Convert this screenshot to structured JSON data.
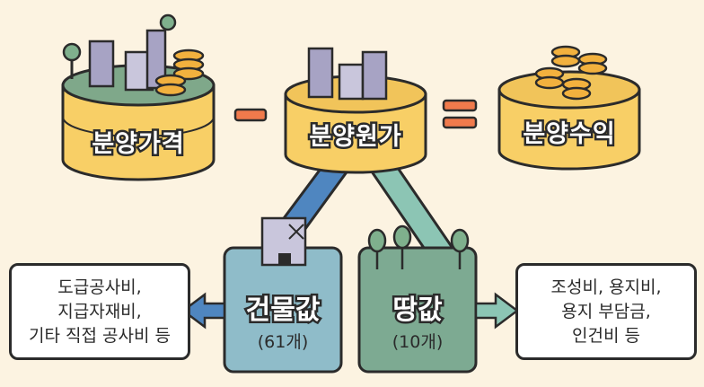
{
  "nodes": {
    "sale_price": "분양가격",
    "sale_cost": "분양원가",
    "sale_profit": "분양수익",
    "building_cost": {
      "title": "건물값",
      "count": "(61개)"
    },
    "land_cost": {
      "title": "땅값",
      "count": "(10개)"
    }
  },
  "operators": {
    "minus": "−",
    "equals": "="
  },
  "notes": {
    "building_items": [
      "도급공사비,",
      "지급자재비,",
      "기타 직접 공사비 등"
    ],
    "land_items": [
      "조성비, 용지비,",
      "용지 부담금,",
      "인건비 등"
    ]
  },
  "colors": {
    "background": "#fcf3e1",
    "drum_fill": "#f8cf66",
    "drum_top": "#f1c45a",
    "minus_color": "#f07a4c",
    "equals_color": "#f07a4c",
    "building_box": "#8fbcc9",
    "land_box": "#7daa92",
    "building_connector": "#4f86c0",
    "land_connector": "#8cc5b4",
    "outline": "#2b2b2b"
  }
}
